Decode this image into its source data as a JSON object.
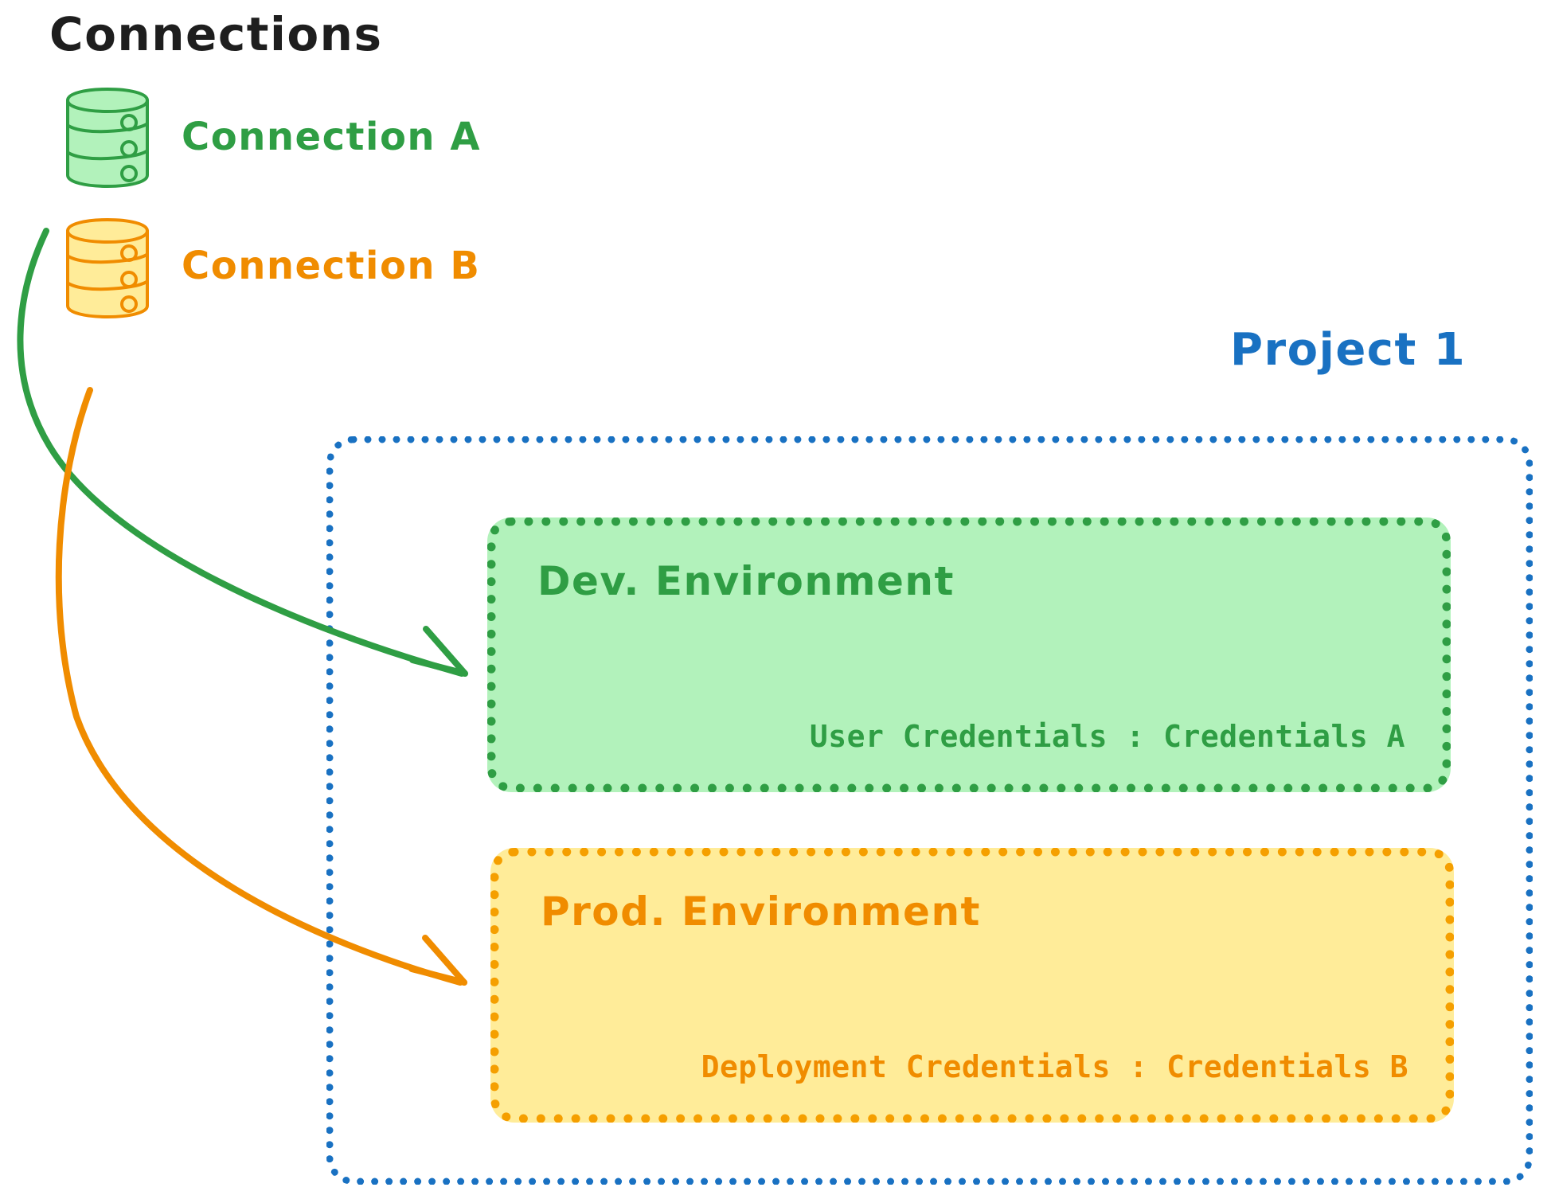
{
  "diagram": {
    "title": "Connections",
    "background_color": "#ffffff"
  },
  "connections": {
    "heading": "Connections",
    "items": [
      {
        "id": "connection-a",
        "label": "Connection A",
        "icon": "database-icon",
        "color": "#2f9e44",
        "fill": "#b2f2bb"
      },
      {
        "id": "connection-b",
        "label": "Connection B",
        "icon": "database-icon",
        "color": "#f08c00",
        "fill": "#ffec99"
      }
    ]
  },
  "project": {
    "label": "Project 1",
    "border_color": "#1971c2",
    "environments": [
      {
        "id": "dev-environment",
        "title": "Dev. Environment",
        "credentials_label": "User Credentials",
        "credentials_separator": ":",
        "credentials_value": "Credentials A",
        "credentials_line": "User Credentials : Credentials A",
        "fill": "#b2f2bb",
        "border_color": "#2f9e44",
        "text_color": "#2f9e44"
      },
      {
        "id": "prod-environment",
        "title": "Prod. Environment",
        "credentials_label": "Deployment Credentials",
        "credentials_separator": ":",
        "credentials_value": "Credentials B",
        "credentials_line": "Deployment Credentials : Credentials B",
        "fill": "#ffec99",
        "border_color": "#f59f00",
        "text_color": "#f08c00"
      }
    ]
  },
  "arrows": [
    {
      "id": "arrow-connection-a-to-dev",
      "from": "connection-a",
      "to": "dev-environment",
      "color": "#2f9e44"
    },
    {
      "id": "arrow-connection-b-to-prod",
      "from": "connection-b",
      "to": "prod-environment",
      "color": "#f08c00"
    }
  ]
}
